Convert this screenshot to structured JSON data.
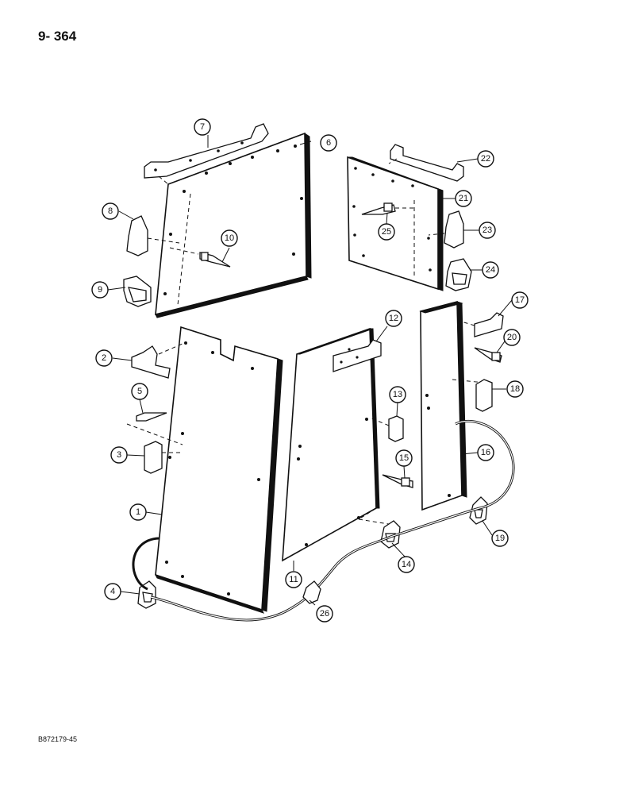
{
  "page_number": "9- 364",
  "figure_code": "B872179-45",
  "callouts": [
    "1",
    "2",
    "3",
    "4",
    "5",
    "6",
    "7",
    "8",
    "9",
    "10",
    "11",
    "12",
    "13",
    "14",
    "15",
    "16",
    "17",
    "18",
    "19",
    "20",
    "21",
    "22",
    "23",
    "24",
    "25",
    "26"
  ]
}
